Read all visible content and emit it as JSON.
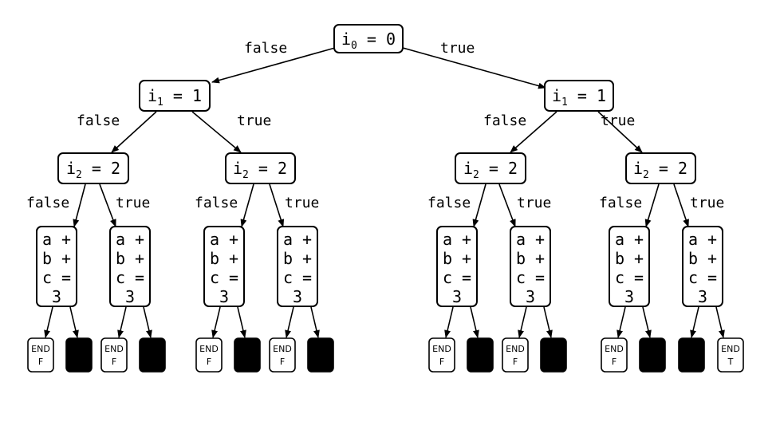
{
  "nodes": {
    "root": {
      "var": "i",
      "sub": "0",
      "rest": " = 0"
    },
    "L": {
      "var": "i",
      "sub": "1",
      "rest": " = 1"
    },
    "R": {
      "var": "i",
      "sub": "1",
      "rest": " = 1"
    },
    "LL": {
      "var": "i",
      "sub": "2",
      "rest": " = 2"
    },
    "LR": {
      "var": "i",
      "sub": "2",
      "rest": " = 2"
    },
    "RL": {
      "var": "i",
      "sub": "2",
      "rest": " = 2"
    },
    "RR": {
      "var": "i",
      "sub": "2",
      "rest": " = 2"
    }
  },
  "sum_node_lines": [
    "a +",
    "b +",
    "c =",
    "3"
  ],
  "edge_labels": {
    "root_false": "false",
    "root_true": "true",
    "L_false": "false",
    "L_true": "true",
    "R_false": "false",
    "R_true": "true",
    "LL_false": "false",
    "LL_true": "true",
    "LR_false": "false",
    "LR_true": "true",
    "RL_false": "false",
    "RL_true": "true",
    "RR_false": "false",
    "RR_true": "true"
  },
  "leaves": [
    {
      "kind": "end",
      "l1": "END",
      "l2": "F"
    },
    {
      "kind": "black"
    },
    {
      "kind": "end",
      "l1": "END",
      "l2": "F"
    },
    {
      "kind": "black"
    },
    {
      "kind": "end",
      "l1": "END",
      "l2": "F"
    },
    {
      "kind": "black"
    },
    {
      "kind": "end",
      "l1": "END",
      "l2": "F"
    },
    {
      "kind": "black"
    },
    {
      "kind": "end",
      "l1": "END",
      "l2": "F"
    },
    {
      "kind": "black"
    },
    {
      "kind": "end",
      "l1": "END",
      "l2": "F"
    },
    {
      "kind": "black"
    },
    {
      "kind": "end",
      "l1": "END",
      "l2": "F"
    },
    {
      "kind": "black"
    },
    {
      "kind": "black"
    },
    {
      "kind": "end",
      "l1": "END",
      "l2": "T"
    }
  ]
}
